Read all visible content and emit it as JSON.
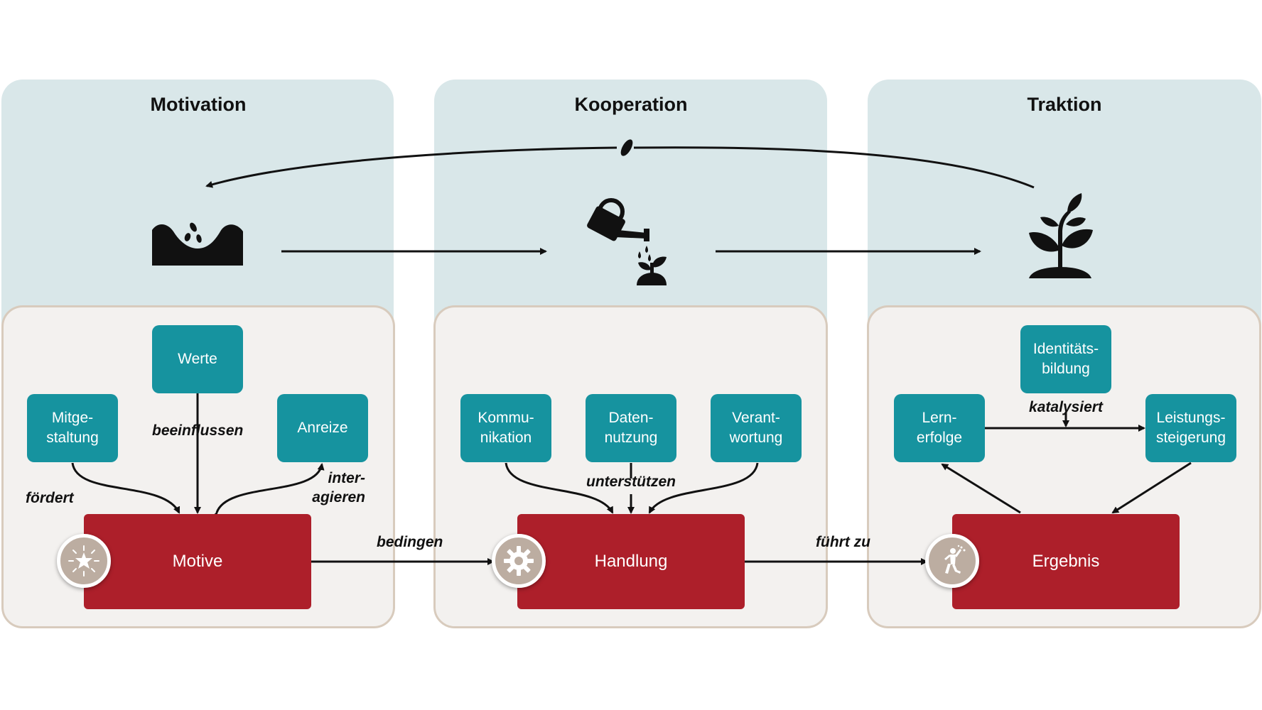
{
  "columns": [
    {
      "title": "Motivation"
    },
    {
      "title": "Kooperation"
    },
    {
      "title": "Traktion"
    }
  ],
  "motivation": {
    "factors": [
      "Mitge-\nstaltung",
      "Werte",
      "Anreize"
    ],
    "labels": {
      "foerdert": "fördert",
      "beeinflussen": "beeinflussen",
      "interagieren": "inter-\nagieren"
    },
    "core": "Motive",
    "badge_icon": "star-burst-icon"
  },
  "kooperation": {
    "factors": [
      "Kommu-\nnikation",
      "Daten-\nnutzung",
      "Verant-\nwortung"
    ],
    "labels": {
      "unterstuetzen": "unterstützen"
    },
    "core": "Handlung",
    "badge_icon": "gear-icon"
  },
  "traktion": {
    "factors": [
      "Identitäts-\nbildung",
      "Lern-\nerfolge",
      "Leistungs-\nsteigerung"
    ],
    "labels": {
      "katalysiert": "katalysiert"
    },
    "core": "Ergebnis",
    "badge_icon": "celebrating-person-icon"
  },
  "connectors": {
    "bedingen": "bedingen",
    "fuehrt_zu": "führt zu"
  },
  "icons": [
    "soil-with-seeds-icon",
    "watering-can-sprout-icon",
    "growing-plant-icon",
    "seed-icon"
  ],
  "colors": {
    "teal": "#16939f",
    "red": "#ad1f2a",
    "top_panel": "#d9e7e9",
    "bottom_panel": "#f3f1ef",
    "badge": "#bcada1"
  }
}
